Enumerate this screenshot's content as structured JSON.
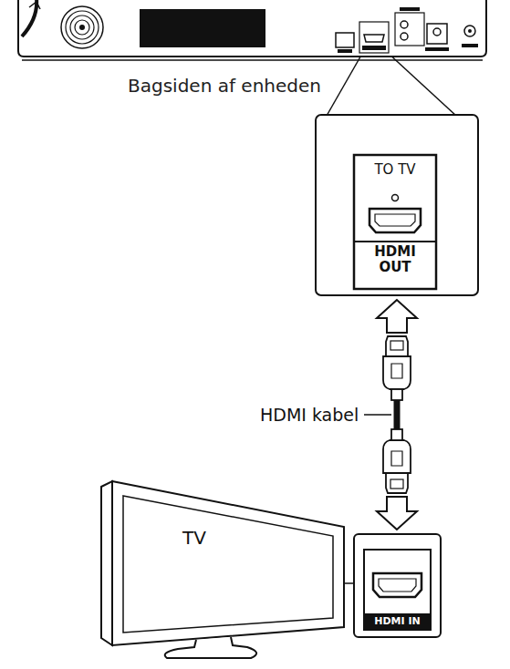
{
  "diagram": {
    "nodes": [
      {
        "text": [
          "Bagsiden af enheden"
        ]
      },
      {
        "text": [
          "TO TV",
          "HDMI OUT"
        ]
      },
      {
        "text": [
          "TV"
        ]
      },
      {
        "text": [
          "HDMI IN"
        ]
      }
    ],
    "edges": [
      {
        "from": 1,
        "to": 3,
        "arrow": "both",
        "label": "HDMI kabel"
      }
    ]
  }
}
